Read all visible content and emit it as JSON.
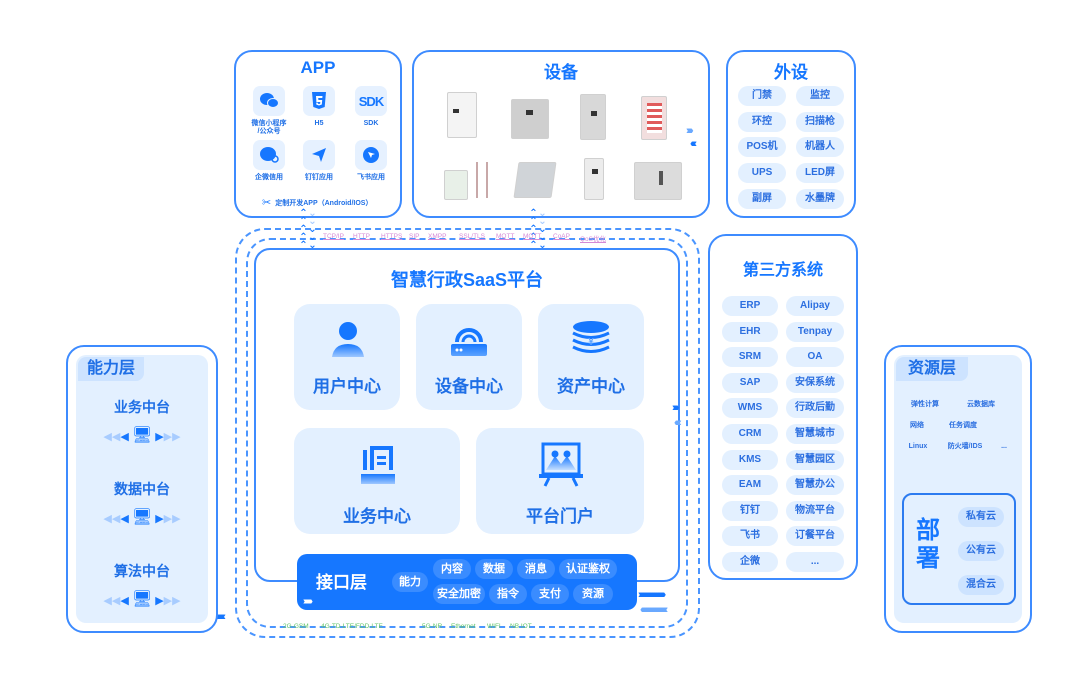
{
  "app": {
    "title": "APP",
    "items": [
      {
        "label": "微信小程序\n/公众号",
        "icon": "wechat-icon"
      },
      {
        "label": "H5",
        "icon": "html5-icon"
      },
      {
        "label": "SDK",
        "icon": "sdk-icon"
      },
      {
        "label": "企微信用",
        "icon": "wecom-icon"
      },
      {
        "label": "钉钉应用",
        "icon": "dingtalk-icon"
      },
      {
        "label": "飞书应用",
        "icon": "feishu-icon"
      }
    ],
    "custom": "定制开发APP（Android/IOS）"
  },
  "devices": {
    "title": "设备",
    "items": [
      "locker-cabinet",
      "grid-locker",
      "smart-cabinet",
      "vending-machine",
      "gateway-antenna",
      "toolbox-case",
      "wall-terminal",
      "outdoor-locker"
    ]
  },
  "peripherals": {
    "title": "外设",
    "items": [
      "门禁",
      "监控",
      "环控",
      "扫描枪",
      "POS机",
      "机器人",
      "UPS",
      "LED屏",
      "副屏",
      "水墨牌"
    ]
  },
  "protocols_top": [
    "TCP/IP",
    "HTTP",
    "HTTPS",
    "SIP",
    "XMPP",
    "SSL/TLS",
    "MQTT",
    "MQTT",
    "CoAP",
    "QoS优化"
  ],
  "protocols_bottom": [
    "2G-GSM",
    "4G-TD-LTE/FDD-LTE",
    "5G-NR",
    "Ethernet",
    "WIFI",
    "NB IOT"
  ],
  "platform": {
    "title": "智慧行政SaaS平台",
    "cards": [
      {
        "label": "用户中心",
        "icon": "user-icon"
      },
      {
        "label": "设备中心",
        "icon": "router-icon"
      },
      {
        "label": "资产中心",
        "icon": "coin-stack-icon"
      },
      {
        "label": "业务中心",
        "icon": "business-icon"
      },
      {
        "label": "平台门户",
        "icon": "portal-board-icon"
      }
    ]
  },
  "api_layer": {
    "title": "接口层",
    "ability": "能力",
    "row1": [
      "内容",
      "数据",
      "消息",
      "认证鉴权"
    ],
    "row2": [
      "安全加密",
      "指令",
      "支付",
      "资源"
    ]
  },
  "third_party": {
    "title": "第三方系统",
    "items": [
      "ERP",
      "Alipay",
      "EHR",
      "Tenpay",
      "SRM",
      "OA",
      "SAP",
      "安保系统",
      "WMS",
      "行政后勤",
      "CRM",
      "智慧城市",
      "KMS",
      "智慧园区",
      "EAM",
      "智慧办公",
      "钉钉",
      "物流平台",
      "飞书",
      "订餐平台",
      "企微",
      "..."
    ]
  },
  "capability": {
    "title": "能力层",
    "items": [
      "业务中台",
      "数据中台",
      "算法中台"
    ]
  },
  "resource": {
    "title": "资源层",
    "tags": [
      "弹性计算",
      "云数据库",
      "网络",
      "任务调度",
      "Linux",
      "防火墙/IDS",
      "..."
    ],
    "deploy_title": "部署",
    "deploy": [
      "私有云",
      "公有云",
      "混合云"
    ]
  },
  "colors": {
    "primary": "#1677ff",
    "panel_bg": "#e3f0ff",
    "proto_pink": "#d58ad6",
    "proto_green": "#62c46a"
  }
}
